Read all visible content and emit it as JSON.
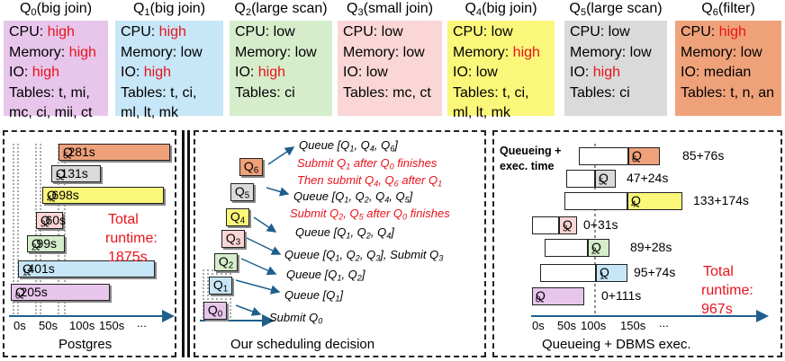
{
  "colors": {
    "q0": "#e8c6ec",
    "q1": "#c7e6f7",
    "q2": "#d6edcc",
    "q3": "#fbd6d6",
    "q4": "#fbf77a",
    "q5": "#dadada",
    "q6": "#efa27a",
    "red": "#e8131a",
    "axis": "#1f5f8b"
  },
  "cards": [
    {
      "q": "Q",
      "sub": "0",
      "kind": "(big join)",
      "cpu_k": "CPU: ",
      "cpu": "high",
      "mem_k": "Memory: ",
      "mem": "high",
      "io_k": "IO: ",
      "io": "high",
      "tables": "Tables: t, mi,",
      "tables2": "mc, ci, mii, ct"
    },
    {
      "q": "Q",
      "sub": "1",
      "kind": "(big join)",
      "cpu_k": "CPU: ",
      "cpu": "high",
      "mem_k": "Memory: ",
      "mem": "low",
      "io_k": "IO: ",
      "io": "high",
      "tables": "Tables: t, ci,",
      "tables2": "ml, lt, mk"
    },
    {
      "q": "Q",
      "sub": "2",
      "kind": "(large scan)",
      "cpu_k": "CPU: ",
      "cpu": "low",
      "mem_k": "Memory: ",
      "mem": "low",
      "io_k": "IO: ",
      "io": "high",
      "tables": "Tables: ci",
      "tables2": ""
    },
    {
      "q": "Q",
      "sub": "3",
      "kind": "(small join)",
      "cpu_k": "CPU: ",
      "cpu": "low",
      "mem_k": "Memory: ",
      "mem": "low",
      "io_k": "IO: ",
      "io": "low",
      "tables": "Tables: mc, ct",
      "tables2": ""
    },
    {
      "q": "Q",
      "sub": "4",
      "kind": "(big join)",
      "cpu_k": "CPU: ",
      "cpu": "low",
      "mem_k": "Memory: ",
      "mem": "high",
      "io_k": "IO: ",
      "io": "low",
      "tables": "Tables: t, ci,",
      "tables2": "ml, lt, mk"
    },
    {
      "q": "Q",
      "sub": "5",
      "kind": "(large scan)",
      "cpu_k": "CPU: ",
      "cpu": "low",
      "mem_k": "Memory: ",
      "mem": "low",
      "io_k": "IO: ",
      "io": "high",
      "tables": "Tables: ci",
      "tables2": ""
    },
    {
      "q": "Q",
      "sub": "6",
      "kind": "(filter)",
      "cpu_k": "CPU: ",
      "cpu": "high",
      "mem_k": "Memory: ",
      "mem": "low",
      "io_k": "IO: ",
      "io": "median",
      "tables": "Tables: t, n, an",
      "tables2": ""
    }
  ],
  "postgres": {
    "bars": [
      {
        "q": "Q",
        "sub": "6",
        "time": "281s"
      },
      {
        "q": "Q",
        "sub": "5",
        "time": "131s"
      },
      {
        "q": "Q",
        "sub": "4",
        "time": "698s"
      },
      {
        "q": "Q",
        "sub": "3",
        "time": "60s"
      },
      {
        "q": "Q",
        "sub": "2",
        "time": "99s"
      },
      {
        "q": "Q",
        "sub": "1",
        "time": "401s"
      },
      {
        "q": "Q",
        "sub": "0",
        "time": "205s"
      }
    ],
    "total_l1": "Total",
    "total_l2": "runtime:",
    "total_l3": "1875s",
    "ticks": [
      "0s",
      "50s",
      "100s",
      "150s",
      "..."
    ],
    "caption": "Postgres"
  },
  "scheduling": {
    "queries": [
      "Q",
      "Q",
      "Q",
      "Q",
      "Q",
      "Q",
      "Q"
    ],
    "subs": [
      "6",
      "5",
      "4",
      "3",
      "2",
      "1",
      "0"
    ],
    "caption": "Our scheduling decision",
    "lines": [
      {
        "a": "Queue [Q",
        "s1": "1",
        "b": ", Q",
        "s2": "4",
        "c": ", Q",
        "s3": "6",
        "d": "]"
      },
      {
        "a": "Submit Q",
        "s1": "1",
        "b": " after Q",
        "s2": "0",
        "c": " finishes"
      },
      {
        "a": "Then submit Q",
        "s1": "4",
        "b": ", Q",
        "s2": "6",
        "c": " after Q",
        "s3": "1"
      },
      {
        "a": "Queue [Q",
        "s1": "1",
        "b": ", Q",
        "s2": "2",
        "c": ", Q",
        "s3": "4",
        "d": ", Q",
        "s4": "5",
        "e": "]"
      },
      {
        "a": "Submit Q",
        "s1": "2",
        "b": ", Q",
        "s2": "5",
        "c": " after Q",
        "s3": "0",
        "d": " finishes"
      },
      {
        "a": "Queue [Q",
        "s1": "1",
        "b": ", Q",
        "s2": "2",
        "c": ", Q",
        "s3": "4",
        "d": "]"
      },
      {
        "a": "Queue [Q",
        "s1": "1",
        "b": ", Q",
        "s2": "2",
        "c": ", Q",
        "s3": "3",
        "d": "], Submit Q",
        "s4": "3"
      },
      {
        "a": "Queue [Q",
        "s1": "1",
        "b": ", Q",
        "s2": "2",
        "c": "]"
      },
      {
        "a": "Queue [Q",
        "s1": "1",
        "c": "]"
      },
      {
        "a": "Submit Q",
        "s1": "0"
      }
    ]
  },
  "queueing": {
    "header_l1": "Queueing +",
    "header_l2": "exec. time",
    "bars": [
      {
        "q": "Q",
        "sub": "6",
        "label": "85+76s"
      },
      {
        "q": "Q",
        "sub": "5",
        "label": "47+24s"
      },
      {
        "q": "Q",
        "sub": "4",
        "label": "133+174s"
      },
      {
        "q": "Q",
        "sub": "3",
        "label": "0+31s"
      },
      {
        "q": "Q",
        "sub": "2",
        "label": "89+28s"
      },
      {
        "q": "Q",
        "sub": "1",
        "label": "95+74s"
      },
      {
        "q": "Q",
        "sub": "0",
        "label": "0+111s"
      }
    ],
    "total_l1": "Total",
    "total_l2": "runtime:",
    "total_l3": "967s",
    "ticks": [
      "0s",
      "50s",
      "100s",
      "150s",
      "..."
    ],
    "caption": "Queueing + DBMS exec."
  }
}
